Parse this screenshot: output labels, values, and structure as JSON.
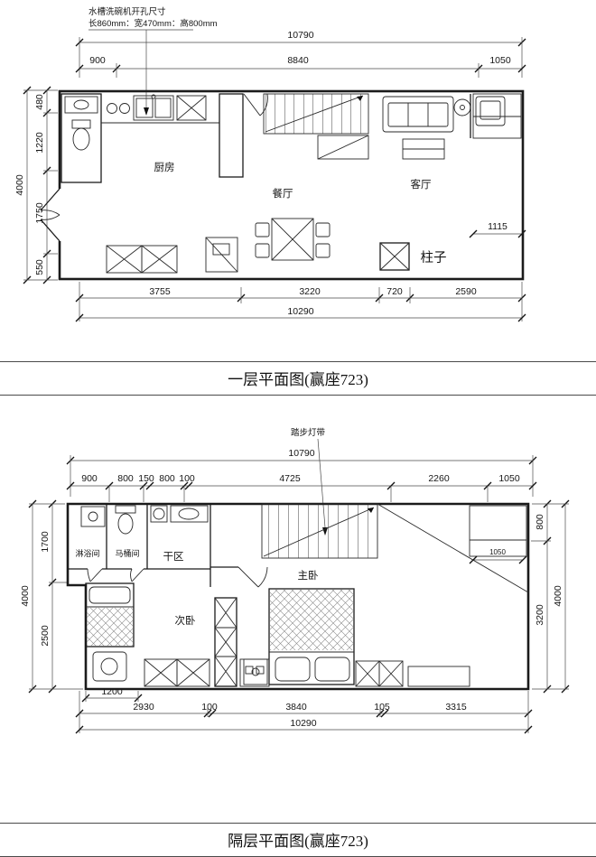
{
  "floor1": {
    "title": "一层平面图(赢座723)",
    "note_line1": "水槽洗碗机开孔尺寸",
    "note_line2": "长860mm：宽470mm：高800mm",
    "rooms": {
      "kitchen": "厨房",
      "dining": "餐厅",
      "living": "客厅",
      "column": "柱子"
    },
    "dims": {
      "top_total": "10790",
      "top_left": "900",
      "top_mid": "8840",
      "top_right": "1050",
      "left_total": "4000",
      "left_1": "480",
      "left_2": "1220",
      "left_3": "1750",
      "left_4": "550",
      "inner_living": "1115",
      "bottom_1": "3755",
      "bottom_2": "3220",
      "bottom_3": "720",
      "bottom_4": "2590",
      "bottom_total": "10290"
    }
  },
  "floor2": {
    "title": "隔层平面图(赢座723)",
    "note": "踏步灯带",
    "rooms": {
      "shower": "淋浴间",
      "toilet": "马桶间",
      "dry": "干区",
      "master": "主卧",
      "second": "次卧"
    },
    "dims": {
      "top_total": "10790",
      "top_1": "900",
      "top_2": "800",
      "top_3": "150",
      "top_4": "800",
      "top_5": "100",
      "top_6": "4725",
      "top_7": "2260",
      "top_8": "1050",
      "left_total": "4000",
      "left_1": "1700",
      "left_2": "2500",
      "right_total": "4000",
      "right_1": "800",
      "right_2": "3200",
      "inner_shelf": "1050",
      "bottom_a": "1200",
      "bottom_1": "2930",
      "bottom_2": "100",
      "bottom_3": "3840",
      "bottom_4": "105",
      "bottom_5": "3315",
      "bottom_total": "10290"
    }
  }
}
